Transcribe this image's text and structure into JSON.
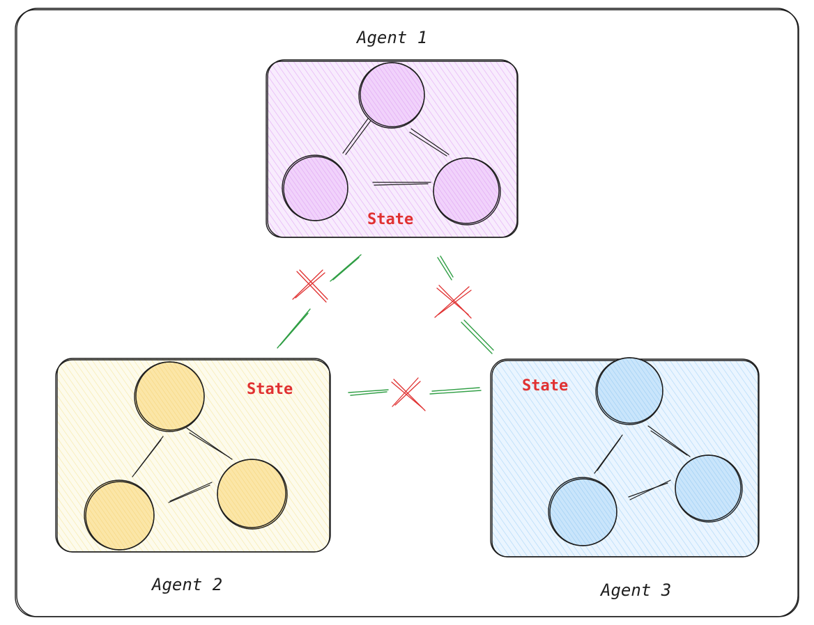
{
  "colors": {
    "outline": "#1e1e1e",
    "state_text": "#e03131",
    "connection": "#2f9e44",
    "blocked": "#e03131",
    "agent1_fill": "#eebefa",
    "agent2_fill": "#ffec99",
    "agent3_fill": "#a5d8ff"
  },
  "agents": [
    {
      "id": "agent-1",
      "label": "Agent 1",
      "state_label": "State",
      "theme": "purple"
    },
    {
      "id": "agent-2",
      "label": "Agent 2",
      "state_label": "State",
      "theme": "yellow"
    },
    {
      "id": "agent-3",
      "label": "Agent 3",
      "state_label": "State",
      "theme": "blue"
    }
  ],
  "connections": [
    {
      "from": "Agent 1",
      "to": "Agent 2",
      "status": "blocked"
    },
    {
      "from": "Agent 1",
      "to": "Agent 3",
      "status": "blocked"
    },
    {
      "from": "Agent 2",
      "to": "Agent 3",
      "status": "blocked"
    }
  ]
}
